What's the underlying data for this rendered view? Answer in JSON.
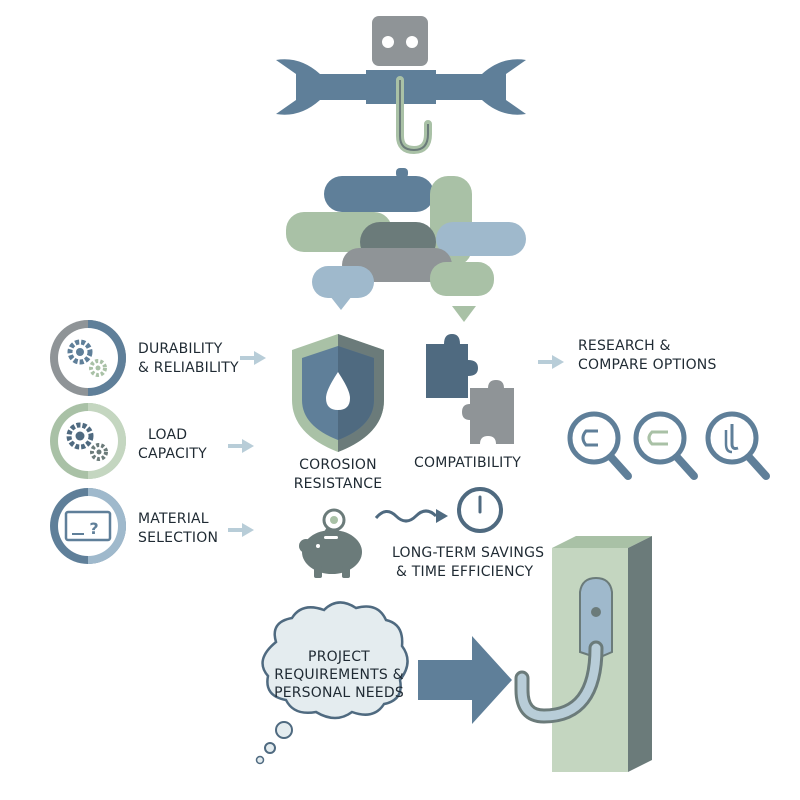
{
  "colors": {
    "slate": "#5f7f99",
    "slate_dark": "#4f6a80",
    "sage": "#a9c1a6",
    "sage_light": "#c4d6c0",
    "gray": "#8f9497",
    "gray_dark": "#6b7b7a",
    "light_blue": "#9fb9cc",
    "arrow_light": "#b8cdd8"
  },
  "factors": [
    {
      "icon": "gears-icon",
      "line1": "DURABILITY",
      "line2": "& RELIABILITY"
    },
    {
      "icon": "gears-icon",
      "line1": "LOAD",
      "line2": "CAPACITY"
    },
    {
      "icon": "blueprint-icon",
      "line1": "MATERIAL",
      "line2": "SELECTION"
    }
  ],
  "shield": {
    "line1": "COROSION",
    "line2": "RESISTANCE"
  },
  "compatibility": {
    "label": "COMPATIBILITY"
  },
  "research": {
    "line1": "RESEARCH &",
    "line2": "COMPARE OPTIONS"
  },
  "savings": {
    "line1": "LONG-TERM SAVINGS",
    "line2": "& TIME EFFICIENCY"
  },
  "thought": {
    "line1": "PROJECT",
    "line2": "REQUIREMENTS &",
    "line3": "PERSONAL NEEDS"
  },
  "icons": [
    "wrench-icon",
    "hook-icon",
    "shield-icon",
    "water-drop-icon",
    "puzzle-icon",
    "magnifier-icon",
    "piggy-bank-icon",
    "coin-icon",
    "clock-icon",
    "wavy-arrow-icon",
    "thought-cloud-icon",
    "big-arrow-icon",
    "wall-hook-icon"
  ]
}
